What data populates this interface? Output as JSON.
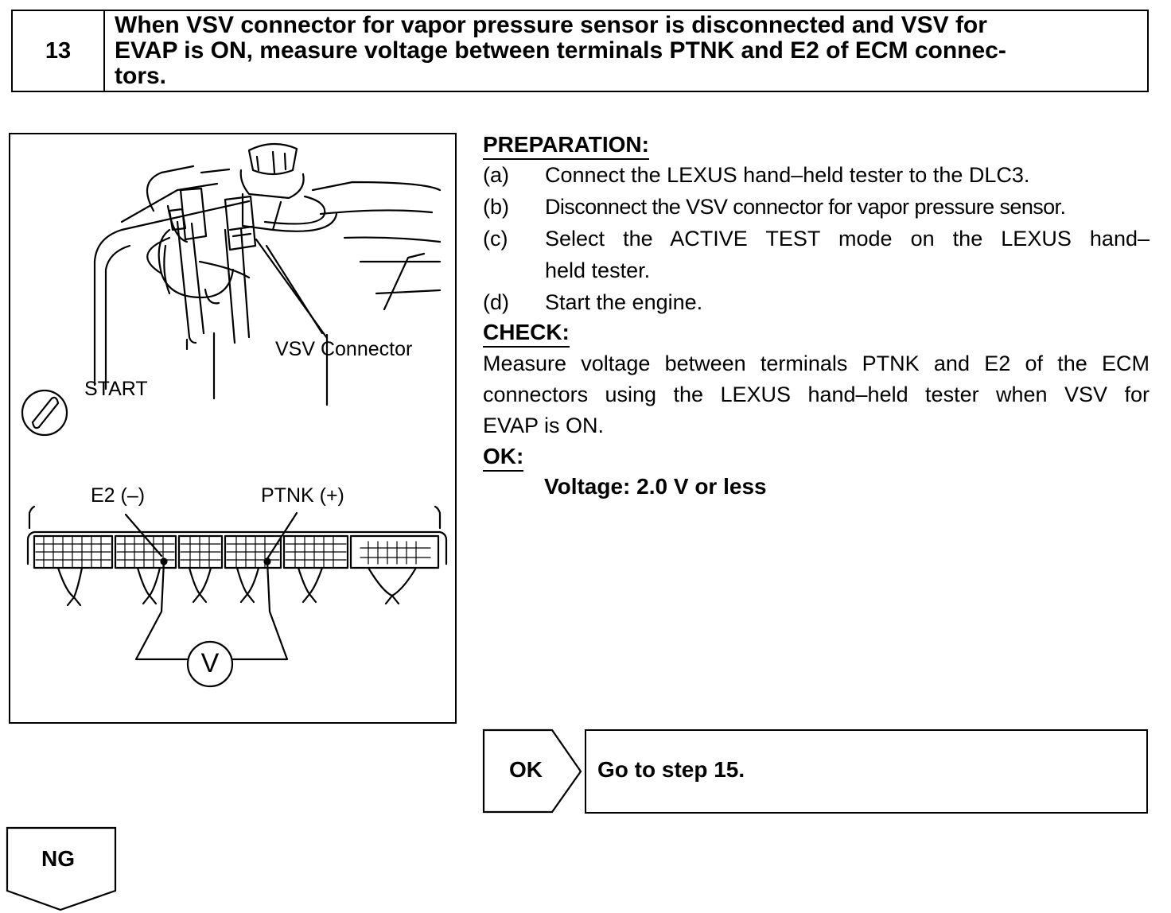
{
  "step": {
    "number": "13",
    "title_lines": [
      "When VSV connector for vapor pressure sensor is disconnected and VSV for",
      "EVAP is ON, measure voltage between terminals PTNK and E2 of ECM connec-",
      "tors."
    ]
  },
  "figure": {
    "label_start": "START",
    "label_vsv_connector": "VSV Connector",
    "label_e2": "E2 (–)",
    "label_ptnk": "PTNK (+)",
    "meter_symbol": "V"
  },
  "preparation": {
    "heading": "PREPARATION:",
    "items": [
      {
        "letter": "(a)",
        "text": "Connect the LEXUS hand–held tester to the DLC3."
      },
      {
        "letter": "(b)",
        "text": "Disconnect the VSV connector for vapor pressure sensor."
      },
      {
        "letter": "(c)",
        "text_line1": "Select the ACTIVE TEST mode on the LEXUS hand–",
        "text_line2": "held tester."
      },
      {
        "letter": "(d)",
        "text": "Start the engine."
      }
    ]
  },
  "check": {
    "heading": "CHECK:",
    "lines": [
      "Measure voltage between terminals PTNK and E2 of the ECM",
      "connectors using the LEXUS hand–held tester when VSV for",
      "EVAP is ON."
    ]
  },
  "ok_spec": {
    "heading": "OK:",
    "value": "Voltage: 2.0 V or less"
  },
  "results": {
    "ok_label": "OK",
    "ok_action": "Go to step 15.",
    "ng_label": "NG"
  }
}
